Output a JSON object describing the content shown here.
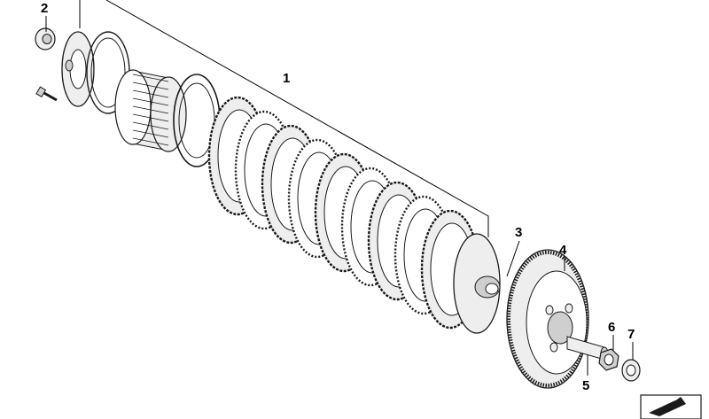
{
  "diagram": {
    "callouts": [
      {
        "id": "1",
        "label": "1"
      },
      {
        "id": "2",
        "label": "2"
      },
      {
        "id": "3",
        "label": "3"
      },
      {
        "id": "4",
        "label": "4"
      },
      {
        "id": "5",
        "label": "5"
      },
      {
        "id": "6",
        "label": "6"
      },
      {
        "id": "7",
        "label": "7"
      }
    ],
    "plate_count": 9,
    "colors": {
      "line": "#1a1a1a",
      "shade": "#cfcfcf",
      "light": "#eeeeee",
      "background": "#ffffff"
    },
    "icons": {
      "corner_badge": "direction-arrow-icon"
    }
  }
}
